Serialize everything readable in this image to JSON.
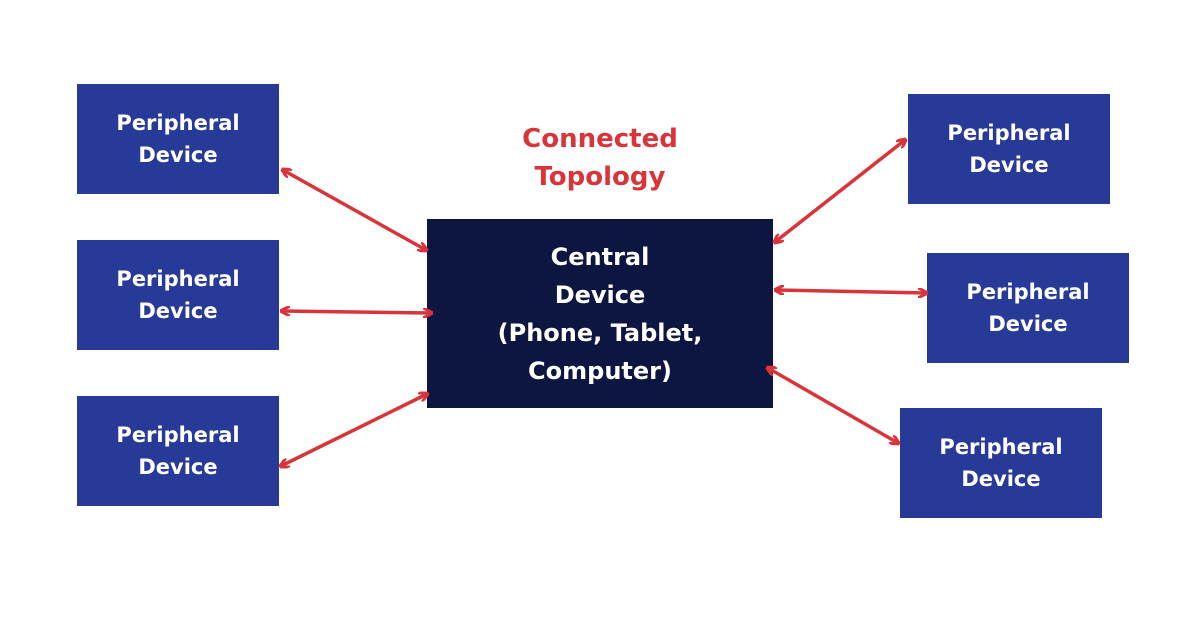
{
  "title": "Connected\nTopology",
  "central": {
    "label": "Central\nDevice\n(Phone, Tablet,\nComputer)"
  },
  "peripherals": {
    "left": [
      {
        "label": "Peripheral\nDevice"
      },
      {
        "label": "Peripheral\nDevice"
      },
      {
        "label": "Peripheral\nDevice"
      }
    ],
    "right": [
      {
        "label": "Peripheral\nDevice"
      },
      {
        "label": "Peripheral\nDevice"
      },
      {
        "label": "Peripheral\nDevice"
      }
    ]
  },
  "colors": {
    "peripheral_fill": "#283a97",
    "central_fill": "#0c1640",
    "arrow": "#d8343a",
    "title": "#d8343a"
  }
}
